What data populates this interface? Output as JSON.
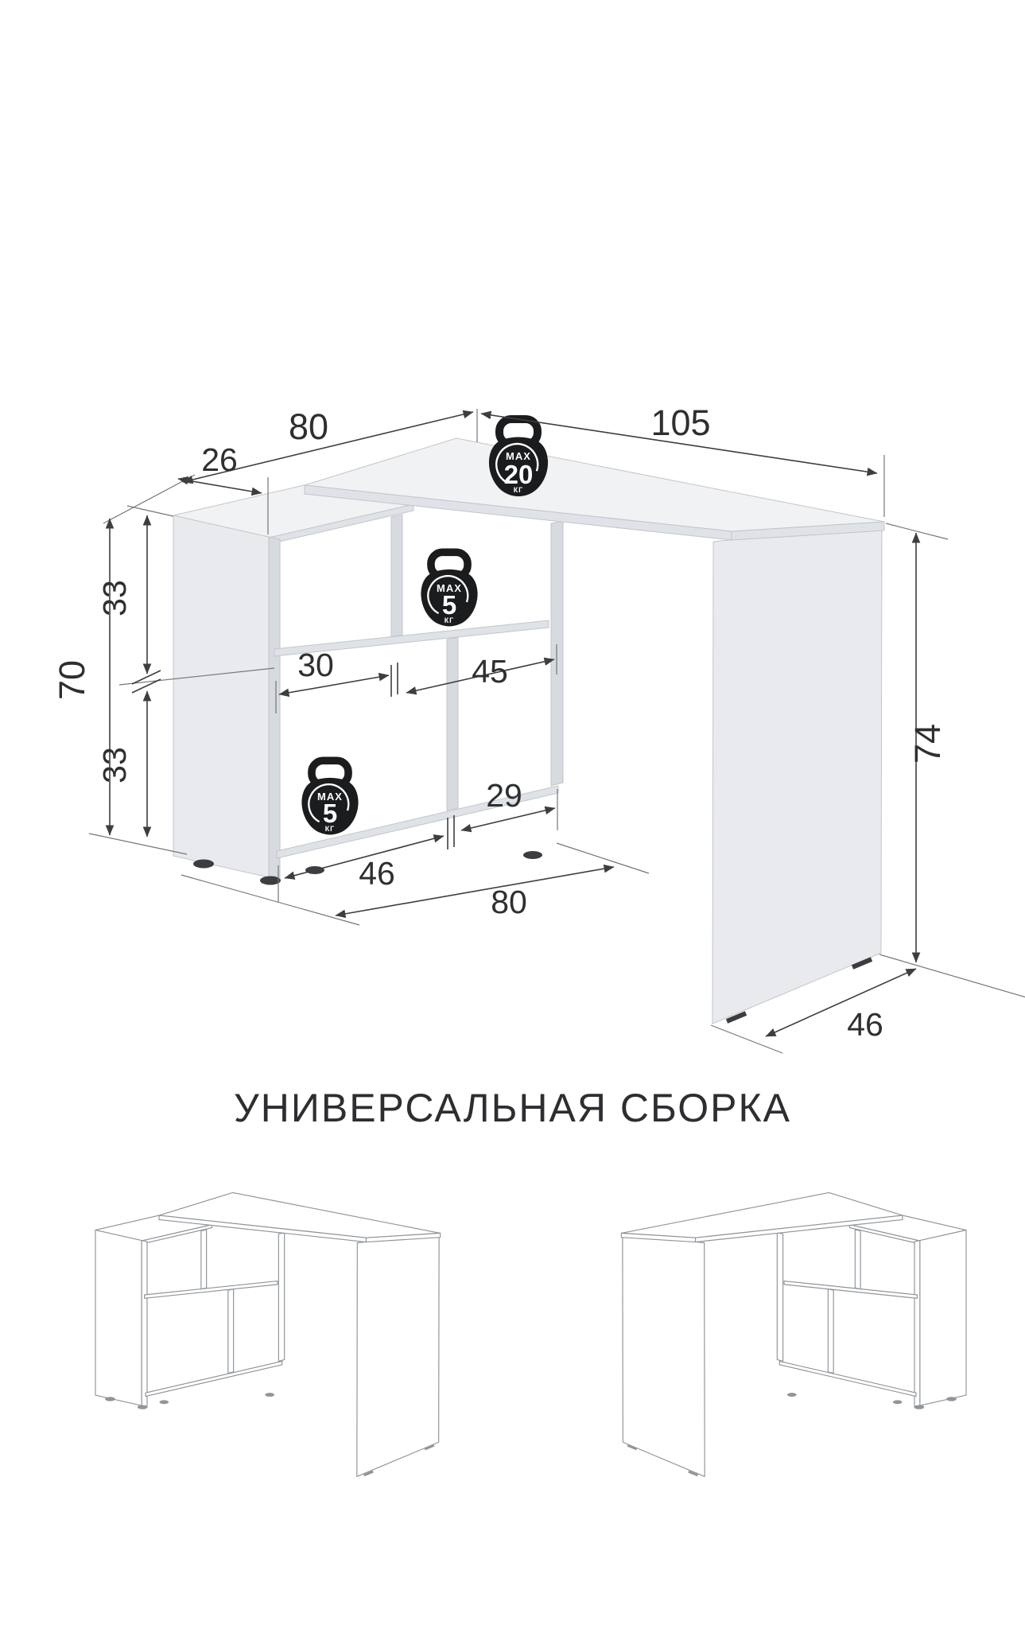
{
  "title": "УНИВЕРСАЛЬНАЯ СБОРКА",
  "diagram": {
    "dims": {
      "shelf_top_width": "80",
      "shelf_top_depth": "26",
      "desk_width": "105",
      "shelf_height": "70",
      "shelf_upper_cell_height": "33",
      "shelf_lower_cell_height": "33",
      "cell_upper_left_width": "30",
      "cell_upper_right_width": "45",
      "cell_lower_right_width": "29",
      "cell_lower_left_width": "46",
      "shelf_bottom_width": "80",
      "desk_height": "74",
      "desk_depth": "46"
    },
    "weights": {
      "max_label": "MAX",
      "unit_label": "КГ",
      "desk_max_kg": "20",
      "shelf_max_kg": "5"
    },
    "colors": {
      "dimension_lines": "#3d3e40",
      "panel_fill": "#e8eaed",
      "kettlebell": "#1b1c1e"
    }
  }
}
